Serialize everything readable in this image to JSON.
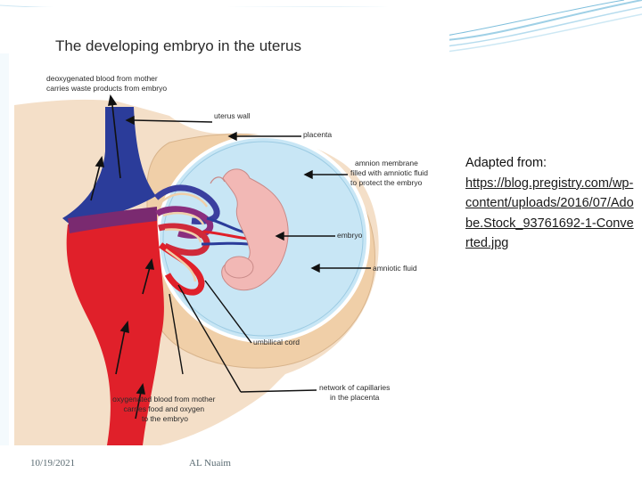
{
  "figure": {
    "title": "The developing embryo in the uterus",
    "labels": {
      "deoxygenated": [
        "deoxygenated blood from mother",
        "carries waste products from embryo"
      ],
      "uterus_wall": [
        "uterus wall"
      ],
      "placenta": [
        "placenta"
      ],
      "amnion": [
        "amnion membrane",
        "filled with amniotic fluid",
        "to protect the embryo"
      ],
      "embryo": [
        "embryo"
      ],
      "amniotic_fluid": [
        "amniotic fluid"
      ],
      "umbilical_cord": [
        "umbilical cord"
      ],
      "capillaries": [
        "network of capillaries",
        "in the placenta"
      ],
      "oxygenated": [
        "oxygenated blood from mother",
        "carries food and oxygen",
        "to the embryo"
      ]
    }
  },
  "credit": {
    "prefix": "Adapted from:",
    "link": "https://blog.pregistry.com/wp-content/uploads/2016/07/Adobe.Stock_93761692-1-Converted.jpg"
  },
  "footer": {
    "date": "10/19/2021",
    "author": "AL Nuaim"
  },
  "colors": {
    "deoxygenated": "#2b3c9a",
    "oxygenated": "#e0202a",
    "amniotic_fluid": "#c8e6f5",
    "embryo": "#f2b8b5",
    "tissue": "#f3dcc4",
    "accent": "#6fb7d8"
  }
}
